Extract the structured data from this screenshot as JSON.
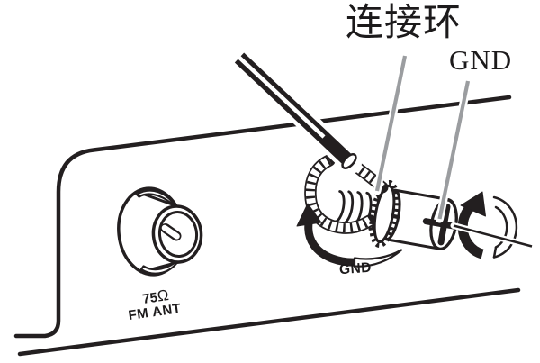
{
  "figure": {
    "type": "instruction-diagram",
    "subject": "FM antenna ground-wire connection to GND screw terminal on rear panel",
    "background_color": "#ffffff",
    "ink_color": "#231f20",
    "leader_line_color": "#9b9da0",
    "labels": {
      "connection_ring": "连接环",
      "gnd_callout": "GND",
      "gnd_terminal": "GND",
      "fm_ant_impedance_value": "75",
      "fm_ant_impedance_unit": "Ω",
      "fm_ant": "FM ANT"
    }
  }
}
